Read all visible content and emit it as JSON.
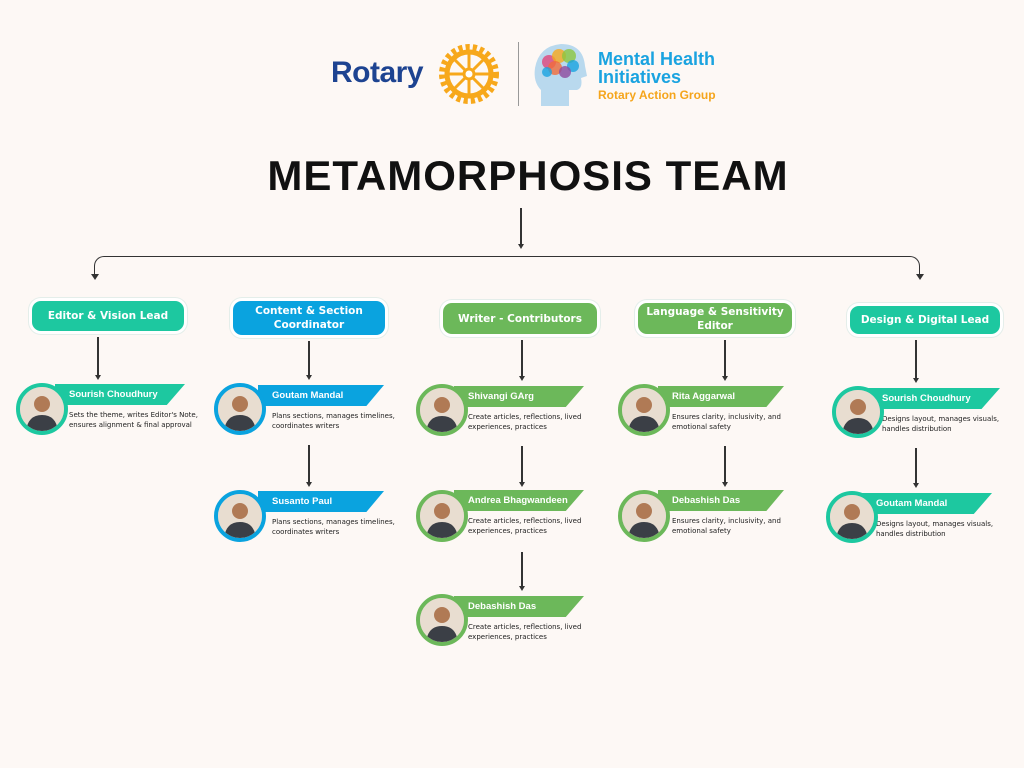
{
  "logo": {
    "rotary": "Rotary",
    "mhi_line1": "Mental Health",
    "mhi_line2": "Initiatives",
    "mhi_line3": "Rotary Action Group"
  },
  "title": "METAMORPHOSIS TEAM",
  "colors": {
    "teal": "#1dc8a0",
    "blue": "#0aa3df",
    "green": "#6cb85a"
  },
  "groups": [
    {
      "label": "Editor & Vision Lead",
      "members": [
        {
          "name": "Sourish Choudhury",
          "desc": "Sets the theme, writes Editor's Note, ensures alignment & final approval"
        }
      ]
    },
    {
      "label": "Content & Section Coordinator",
      "members": [
        {
          "name": "Goutam Mandal",
          "desc": "Plans sections, manages timelines, coordinates writers"
        },
        {
          "name": "Susanto Paul",
          "desc": "Plans sections, manages timelines, coordinates writers"
        }
      ]
    },
    {
      "label": "Writer - Contributors",
      "members": [
        {
          "name": "Shivangi GArg",
          "desc": "Create articles, reflections, lived experiences, practices"
        },
        {
          "name": "Andrea Bhagwandeen",
          "desc": "Create articles, reflections, lived experiences, practices"
        },
        {
          "name": "Debashish Das",
          "desc": "Create articles, reflections, lived experiences, practices"
        }
      ]
    },
    {
      "label": "Language & Sensitivity Editor",
      "members": [
        {
          "name": "Rita Aggarwal",
          "desc": "Ensures clarity, inclusivity, and emotional safety"
        },
        {
          "name": "Debashish Das",
          "desc": "Ensures clarity, inclusivity, and emotional safety"
        }
      ]
    },
    {
      "label": "Design & Digital Lead",
      "members": [
        {
          "name": "Sourish Choudhury",
          "desc": "Designs layout, manages visuals, handles distribution"
        },
        {
          "name": "Goutam Mandal",
          "desc": "Designs layout, manages visuals, handles distribution"
        }
      ]
    }
  ]
}
